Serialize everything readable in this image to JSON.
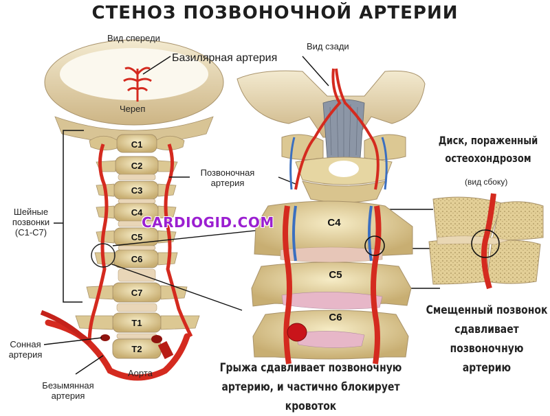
{
  "title": "СТЕНОЗ ПОЗВОНОЧНОЙ АРТЕРИИ",
  "labels": {
    "front_view": "Вид спереди",
    "back_view": "Вид сзади",
    "basilar": "Базилярная артерия",
    "skull": "Череп",
    "vertebral_artery_1": "Позвоночная",
    "vertebral_artery_2": "артерия",
    "cervical_1": "Шейные",
    "cervical_2": "позвонки",
    "cervical_3": "(С1-С7)",
    "carotid_1": "Сонная",
    "carotid_2": "артерия",
    "innominate_1": "Безымянная",
    "innominate_2": "артерия",
    "aorta": "Аорта",
    "disc_1": "Диск, пораженный",
    "disc_2": "остеохондрозом",
    "side_view": "(вид сбоку)",
    "displaced_1": "Смещенный позвонок",
    "displaced_2": "сдавливает",
    "displaced_3": "позвоночную артерию",
    "hernia_1": "Грыжа сдавливает позвоночную",
    "hernia_2": "артерию, и частично блокирует кровоток",
    "watermark": "CARDIOGID.COM"
  },
  "vertebrae": [
    "C1",
    "C2",
    "C3",
    "C4",
    "C5",
    "C6",
    "C7",
    "T1",
    "T2"
  ],
  "detail_vertebrae": [
    "C4",
    "C5",
    "C6"
  ],
  "colors": {
    "bone": "#e8d9a6",
    "bone_dark": "#c9b27a",
    "artery": "#d42a1f",
    "vein": "#3b6fc0",
    "disc": "#e7b7c8"
  }
}
